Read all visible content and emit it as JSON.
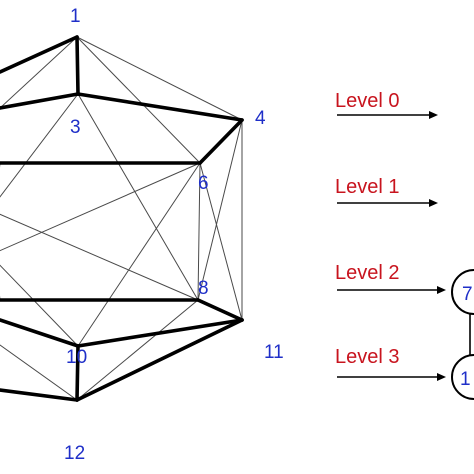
{
  "colors": {
    "node_label": "#1f2fc8",
    "level_label": "#c8141e",
    "thin_edge": "#4a4a4a",
    "thick_edge": "#000000"
  },
  "nodes": [
    {
      "id": "1",
      "label": "1"
    },
    {
      "id": "3",
      "label": "3"
    },
    {
      "id": "4",
      "label": "4"
    },
    {
      "id": "6",
      "label": "6"
    },
    {
      "id": "8",
      "label": "8"
    },
    {
      "id": "10",
      "label": "10"
    },
    {
      "id": "11",
      "label": "11"
    },
    {
      "id": "12",
      "label": "12"
    }
  ],
  "levels": [
    {
      "label": "Level 0"
    },
    {
      "label": "Level 1"
    },
    {
      "label": "Level 2",
      "node_label": "7"
    },
    {
      "label": "Level 3",
      "node_label": "1"
    }
  ]
}
